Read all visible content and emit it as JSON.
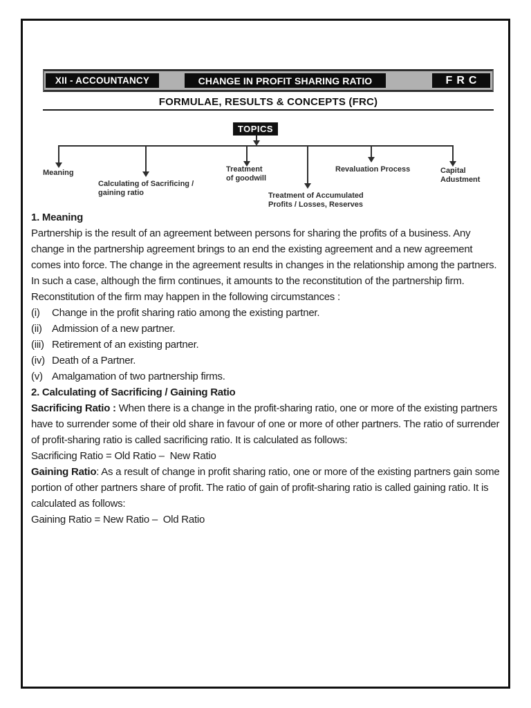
{
  "header": {
    "course_label": "XII - ACCOUNTANCY",
    "chapter_label": "CHANGE IN PROFIT SHARING RATIO",
    "brand_label": "FRC",
    "subtitle": "FORMULAE, RESULTS & CONCEPTS (FRC)"
  },
  "diagram": {
    "root_label": "TOPICS",
    "branches": [
      {
        "label_lines": [
          "Meaning",
          ""
        ]
      },
      {
        "label_lines": [
          "Calculating of Sacrificing /",
          "gaining ratio"
        ]
      },
      {
        "label_lines": [
          "Treatment",
          "of goodwill"
        ]
      },
      {
        "label_lines": [
          "Treatment of Accumulated",
          "Profits / Losses, Reserves"
        ]
      },
      {
        "label_lines": [
          "Revaluation Process",
          ""
        ]
      },
      {
        "label_lines": [
          "Capital",
          "Adustment"
        ]
      }
    ]
  },
  "content": {
    "section1": {
      "heading": "1. Meaning",
      "paragraph": "Partnership is the result of an agreement between persons for sharing the profits of a business. Any change in the partnership agreement brings to an end the existing agreement and a new agreement comes into force. The change in the agreement results in changes in the relationship among the partners. In such a case, although the firm continues, it amounts to the reconstitution of the partnership firm. Reconstitution of the firm may happen in the following circumstances :",
      "items": [
        {
          "marker": "(i)",
          "text": "Change in the profit sharing ratio among the existing partner."
        },
        {
          "marker": "(ii)",
          "text": "Admission of a new partner."
        },
        {
          "marker": "(iii)",
          "text": "Retirement of an existing partner."
        },
        {
          "marker": "(iv)",
          "text": "Death of a Partner."
        },
        {
          "marker": "(v)",
          "text": "Amalgamation of two partnership firms."
        }
      ]
    },
    "section2": {
      "heading": "2. Calculating of Sacrificing / Gaining Ratio",
      "sacrificing": {
        "lead": "Sacrificing Ratio : ",
        "body": "When there is a change in the profit-sharing ratio, one or more of the existing partners have to surrender some of their old share in favour of one or more of other partners. The ratio of surrender of profit-sharing ratio is called sacrificing ratio. It is calculated as follows:",
        "formula": "Sacrificing Ratio = Old Ratio –  New Ratio"
      },
      "gaining": {
        "lead": "Gaining Ratio",
        "body": ": As a result of change in profit sharing ratio, one or more of the existing partners gain some portion of other partners share of profit. The ratio of gain of profit-sharing ratio is called gaining ratio. It is calculated as follows:",
        "formula": "Gaining Ratio = New Ratio –  Old Ratio"
      }
    }
  },
  "colors": {
    "header_bar_gray": "#b1b1b1",
    "badge_black": "#0c0c0c",
    "text_black": "#1b1b1b",
    "diagram_line": "#2e2e2e"
  }
}
